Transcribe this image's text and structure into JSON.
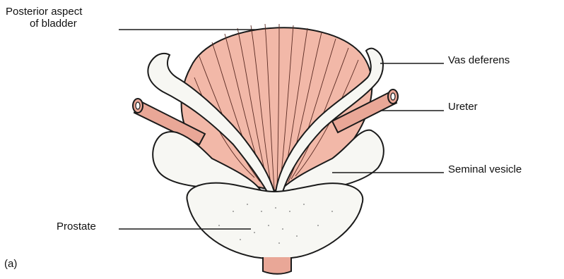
{
  "labels": {
    "posterior_line1": "Posterior aspect",
    "posterior_line2": "of bladder",
    "vas_deferens": "Vas deferens",
    "ureter": "Ureter",
    "seminal_vesicle": "Seminal vesicle",
    "prostate": "Prostate",
    "panel": "(a)"
  },
  "colors": {
    "bladder_fill": "#f2b8a8",
    "ureter_fill": "#e9a797",
    "tissue_fill": "#f7f7f3",
    "outline": "#1a1a1a"
  }
}
